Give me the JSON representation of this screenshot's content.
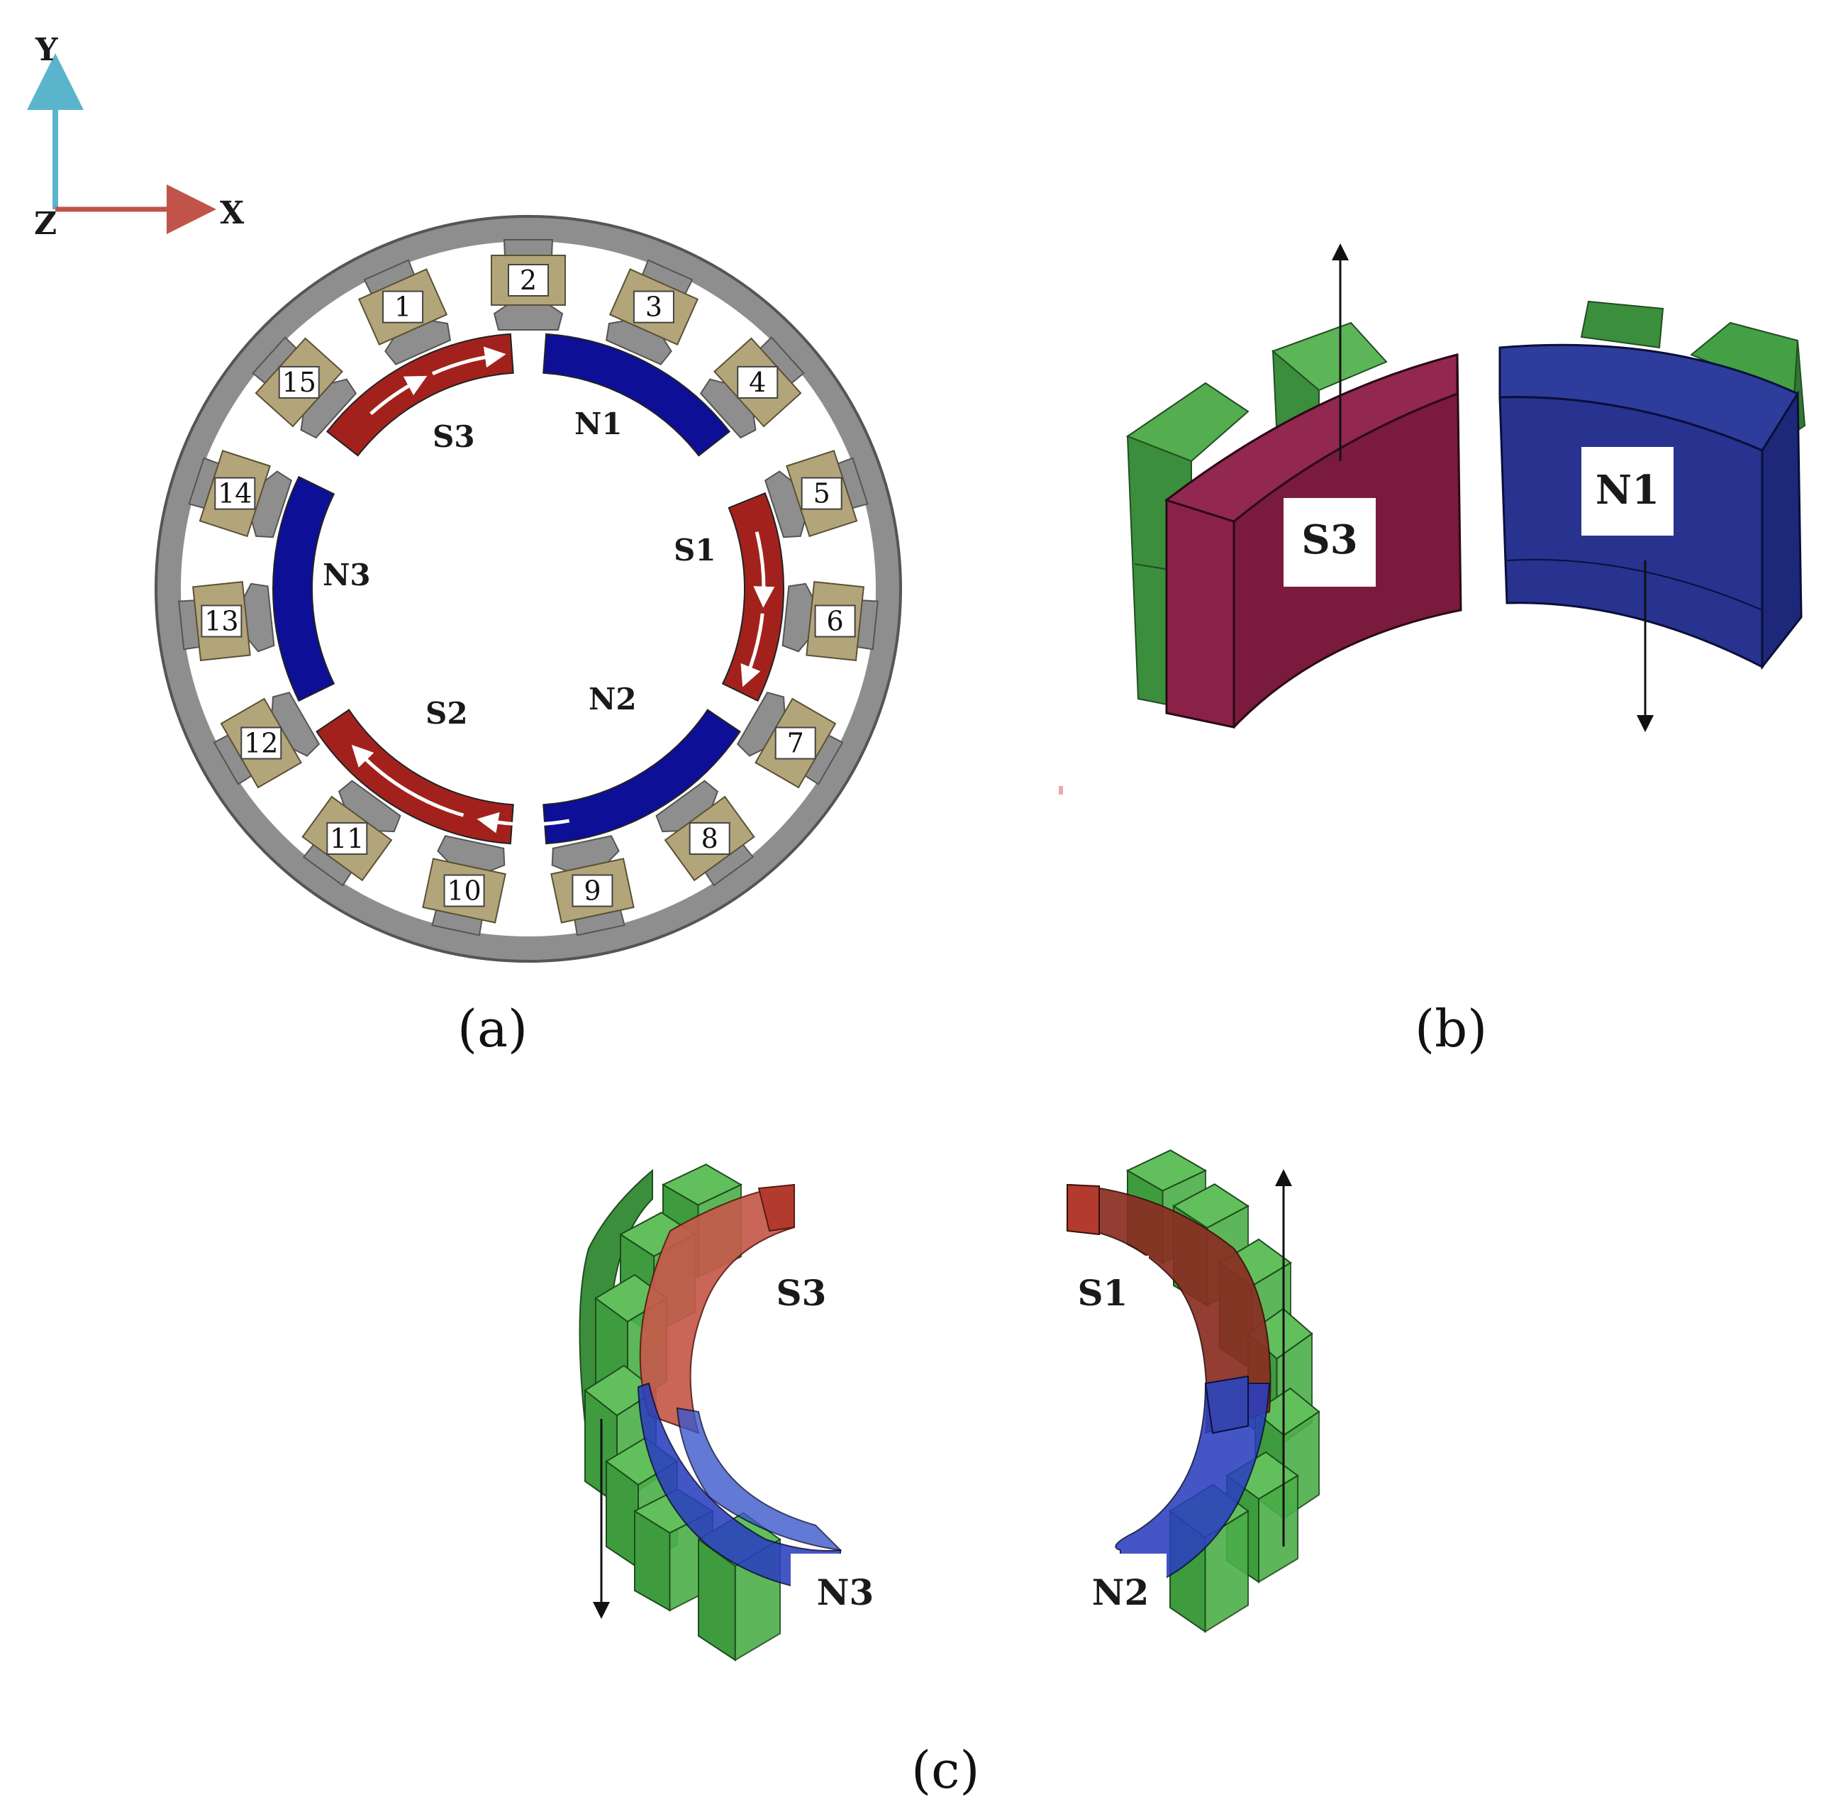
{
  "axes": {
    "y": "Y",
    "x": "X",
    "z": "Z"
  },
  "panel_a": {
    "caption": "(a)",
    "teeth": [
      "1",
      "2",
      "3",
      "4",
      "5",
      "6",
      "7",
      "8",
      "9",
      "10",
      "11",
      "12",
      "13",
      "14",
      "15"
    ],
    "magnets": {
      "n1": "N1",
      "s1": "S1",
      "n2": "N2",
      "s2": "S2",
      "n3": "N3",
      "s3": "S3"
    }
  },
  "panel_b": {
    "caption": "(b)",
    "magnet_left": "S3",
    "magnet_right": "N1"
  },
  "panel_c": {
    "caption": "(c)",
    "s3": "S3",
    "n3": "N3",
    "s1": "S1",
    "n2": "N2"
  },
  "colors": {
    "stator": "#8e8e8e",
    "coil": "#b3a57a",
    "magnet_s": "#a3211c",
    "magnet_n": "#0d0f96",
    "tooth_green": "#3e9c3e",
    "magnet_s_3d": "#7a1a3c",
    "magnet_n_3d": "#27338e"
  }
}
